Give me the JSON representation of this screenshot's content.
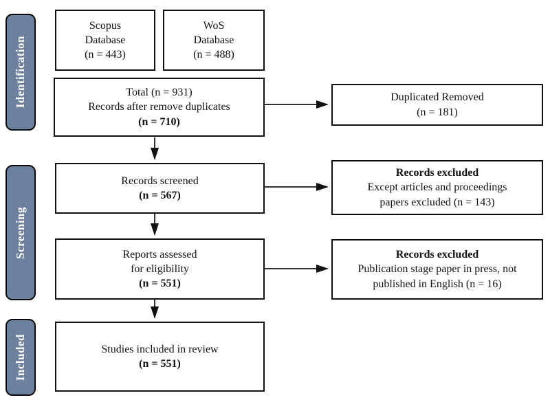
{
  "colors": {
    "stage_fill": "#6D809E",
    "stage_text": "#FFFFFF",
    "box_border": "#101010",
    "arrow": "#333333"
  },
  "stages": [
    "Identification",
    "Screening",
    "Included"
  ],
  "boxes": {
    "scopus": [
      "Scopus",
      "Database",
      "(n = 443)"
    ],
    "wos": [
      "WoS",
      "Database",
      "(n = 488)"
    ],
    "total": [
      "Total (n = 931)",
      "Records after remove duplicates",
      "(n = 710)"
    ],
    "duplicated_removed": [
      "Duplicated Removed",
      "(n = 181)"
    ],
    "records_screened": [
      "Records screened",
      "(n = 567)"
    ],
    "records_excluded_screening": [
      "Records excluded",
      "Except articles and proceedings",
      "papers excluded (n = 143)"
    ],
    "reports_assessed": [
      "Reports assessed",
      "for eligibility",
      "(n = 551)"
    ],
    "records_excluded_eligibility": [
      "Records excluded",
      "Publication stage paper in press, not",
      "published in English (n = 16)"
    ],
    "studies_included": [
      "Studies included in review",
      "(n = 551)"
    ]
  }
}
